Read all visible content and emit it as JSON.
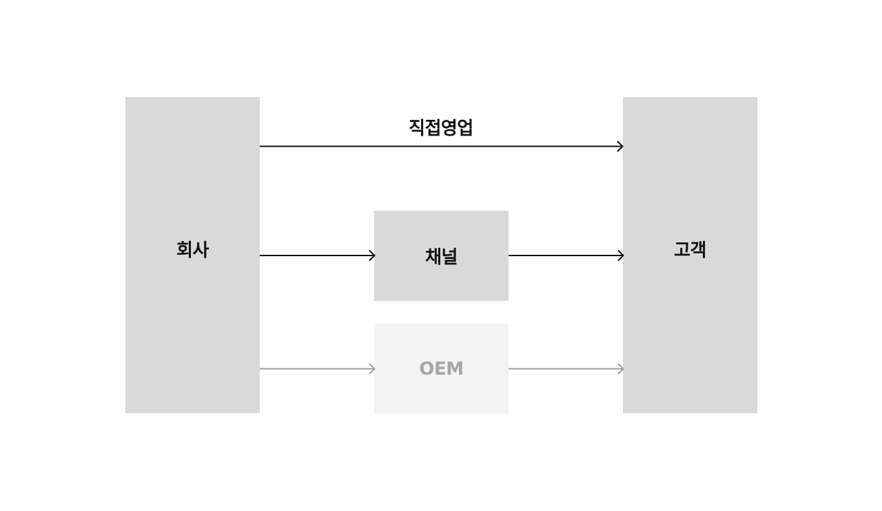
{
  "nodes": {
    "company": {
      "label": "회사"
    },
    "customer": {
      "label": "고객"
    },
    "channel": {
      "label": "채널"
    },
    "oem": {
      "label": "OEM"
    }
  },
  "edges": {
    "direct_sales": {
      "label": "직접영업"
    }
  },
  "colors": {
    "box_fill": "#d9d9d9",
    "box_fill_faded": "#f3f3f3",
    "text_dark": "#111111",
    "text_faded": "#a6a6a6",
    "arrow_dark": "#111111",
    "arrow_faded": "#a0a0a0",
    "background": "#ffffff"
  }
}
